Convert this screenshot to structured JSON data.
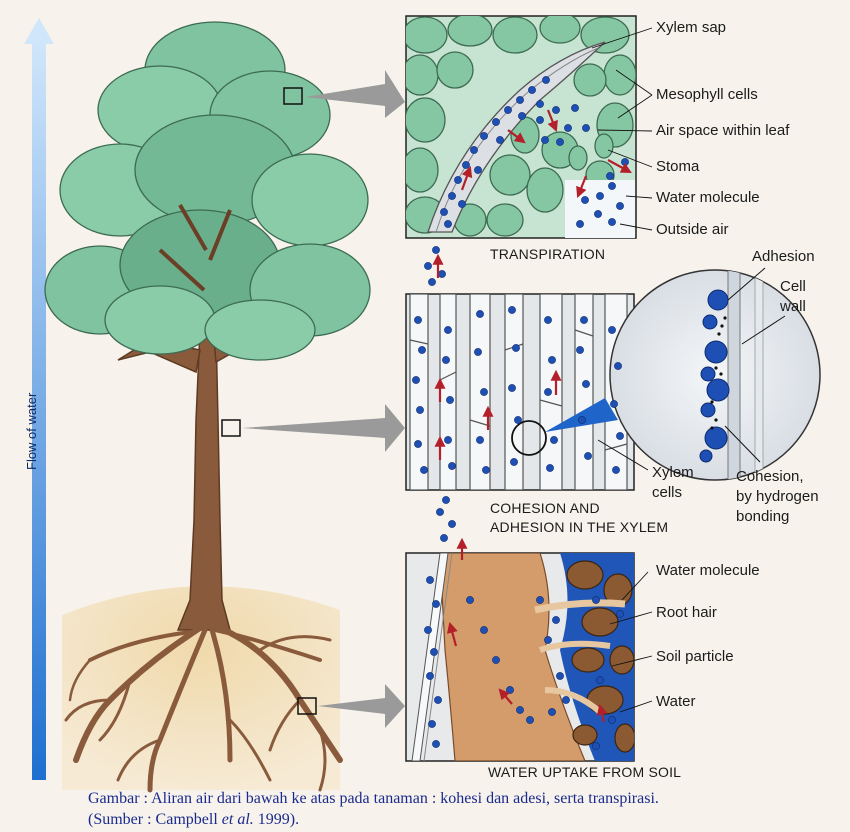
{
  "flow_label": "Flow of water",
  "panels": {
    "transpiration": {
      "title": "TRANSPIRATION",
      "labels": [
        "Xylem sap",
        "Mesophyll cells",
        "Air space within leaf",
        "Stoma",
        "Water molecule",
        "Outside air"
      ]
    },
    "xylem": {
      "title_line1": "COHESION AND",
      "title_line2": "ADHESION IN THE XYLEM",
      "cells_line1": "Xylem",
      "cells_line2": "cells"
    },
    "magnifier": {
      "adhesion": "Adhesion",
      "cell_wall_line1": "Cell",
      "cell_wall_line2": "wall",
      "cohesion_line1": "Cohesion,",
      "cohesion_line2": "by hydrogen",
      "cohesion_line3": "bonding"
    },
    "soil": {
      "title": "WATER UPTAKE FROM SOIL",
      "labels": [
        "Water molecule",
        "Root hair",
        "Soil particle",
        "Water"
      ]
    }
  },
  "caption": {
    "line1": "Gambar : Aliran air dari bawah ke atas pada tanaman : kohesi dan adesi, serta transpirasi.",
    "line2_prefix": "(Sumber : Campbell ",
    "line2_italic": "et al.",
    "line2_suffix": " 1999)."
  },
  "colors": {
    "water_molecule": "#1d4fb5",
    "flow_arrow": "#2f8fe0",
    "leaf_green": "#7fc3a0",
    "trunk_brown": "#8a5a3c",
    "soil_tan": "#e8cc98",
    "red_arrow": "#b3202a"
  }
}
